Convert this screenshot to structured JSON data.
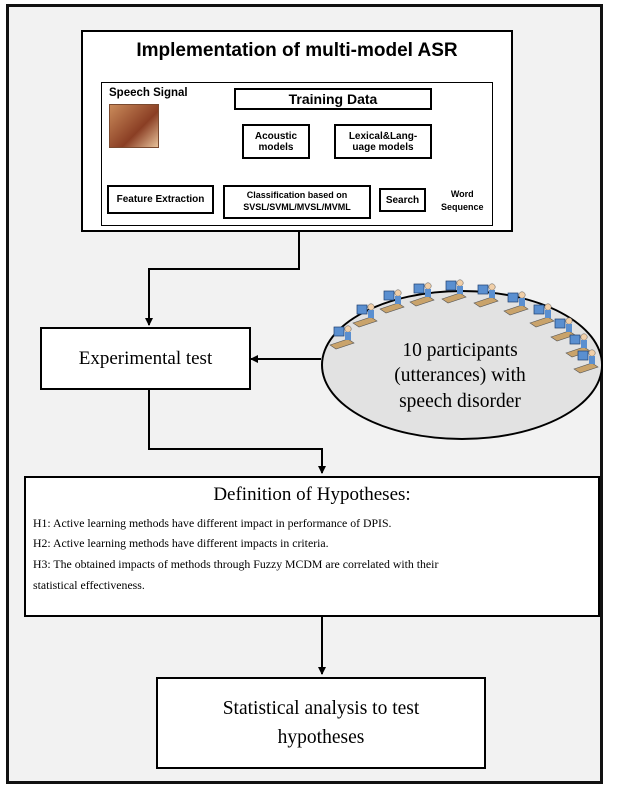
{
  "asr": {
    "title": "Implementation of multi-model ASR",
    "speech_signal": "Speech Signal",
    "training_data": "Training Data",
    "acoustic_models": "Acoustic models",
    "lexical_models": "Lexical&Lang-uage models",
    "feature_extraction": "Feature Extraction",
    "classification_line1": "Classification based on",
    "classification_line2": "SVSL/SVML/MVSL/MVML",
    "search": "Search",
    "word_sequence_line1": "Word",
    "word_sequence_line2": "Sequence"
  },
  "experimental_test": "Experimental test",
  "participants": {
    "line1": "10 participants",
    "line2": "(utterances) with",
    "line3": "speech disorder",
    "icon": "person-at-computer-icon"
  },
  "hypotheses": {
    "title": "Definition of Hypotheses:",
    "h1": "H1: Active learning methods have different impact in performance of DPIS.",
    "h2": "H2: Active learning methods have different impacts in criteria.",
    "h3a": "H3: The obtained impacts of methods through Fuzzy MCDM are correlated with their",
    "h3b": "statistical effectiveness."
  },
  "analysis": {
    "line1": "Statistical analysis to test",
    "line2": "hypotheses"
  },
  "colors": {
    "background": "#f2f2f2",
    "participant_blue": "#5a8fd0",
    "desk": "#c9a36b"
  }
}
